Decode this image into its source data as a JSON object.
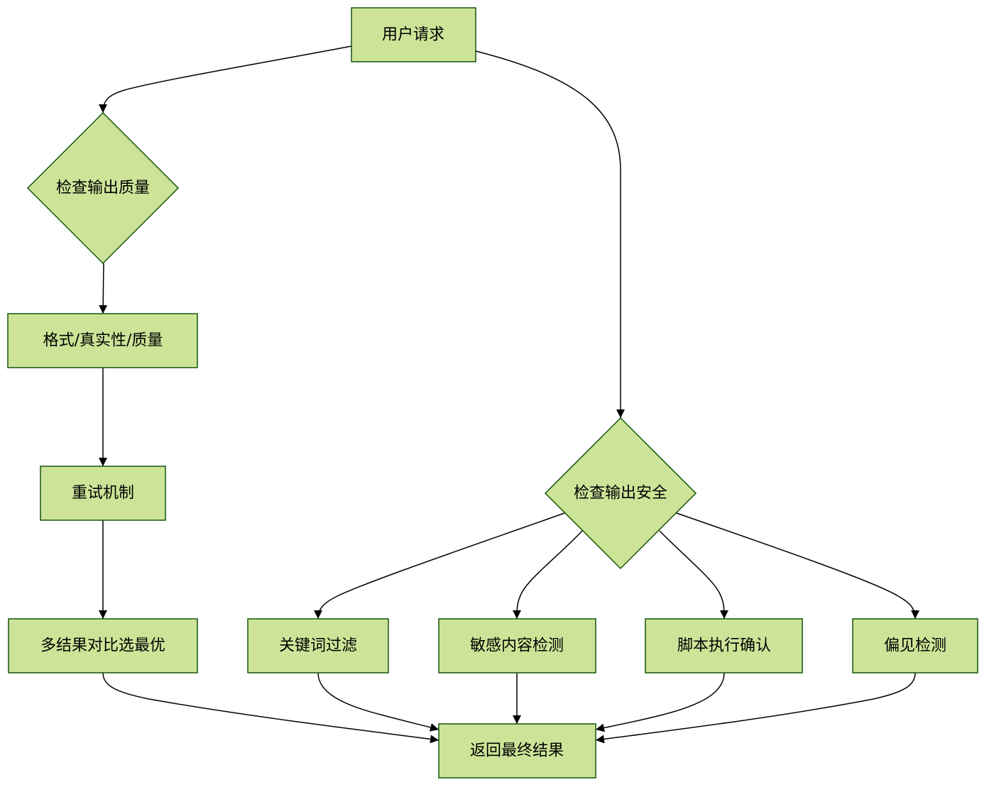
{
  "colors": {
    "node_fill": "#cde498",
    "node_stroke": "#13540c",
    "edge": "#000000",
    "background": "#ffffff"
  },
  "nodes": {
    "user_request": "用户请求",
    "check_quality": "检查输出质量",
    "format_quality": "格式/真实性/质量",
    "retry": "重试机制",
    "compare_best": "多结果对比选最优",
    "check_safety": "检查输出安全",
    "keyword_filter": "关键词过滤",
    "sensitive_detect": "敏感内容检测",
    "script_confirm": "脚本执行确认",
    "bias_detect": "偏见检测",
    "return_result": "返回最终结果"
  }
}
